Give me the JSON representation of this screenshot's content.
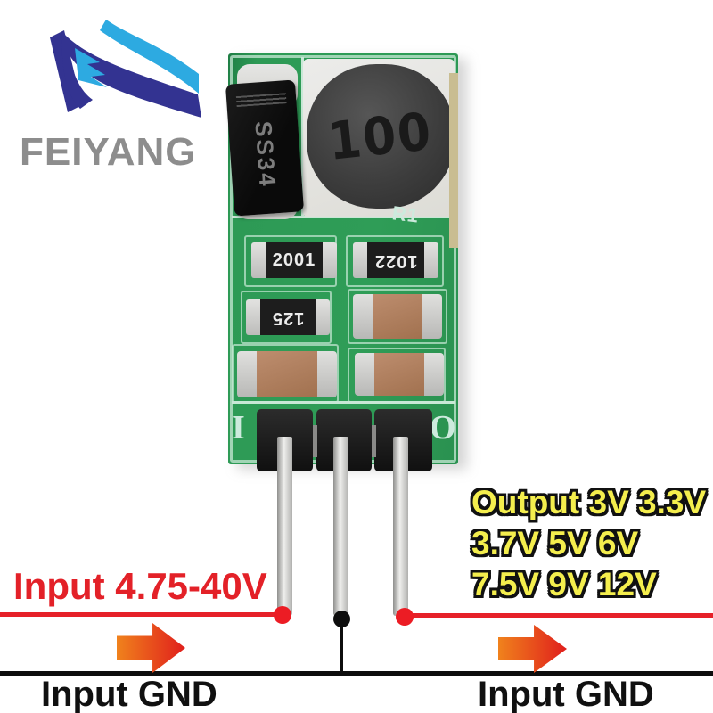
{
  "brand": {
    "name": "FEIYANG",
    "logo_dark_blue": "#333391",
    "logo_light_blue": "#2daae1",
    "text_gray": "#8d8d8d"
  },
  "pcb": {
    "diode_label": "SS34",
    "inductor_label": "100",
    "ref_designator": "R1",
    "resistors": [
      "2001",
      "1022",
      "125"
    ],
    "marking_in": "I",
    "marking_out": "O",
    "board_green": "#2f9d57",
    "silkscreen_mint": "#cdeadd"
  },
  "annotations": {
    "input_label": "Input 4.75-40V",
    "output_lines": [
      "Output 3V 3.3V",
      "3.7V 5V 6V",
      "7.5V 9V 12V"
    ],
    "gnd_left": "Input GND",
    "gnd_right": "Input GND",
    "input_red": "#e32128",
    "output_yellow": "#f4ee4d",
    "wire_black": "#0d0d0d",
    "arrow_gradient": [
      "#f0821c",
      "#e01e1c"
    ]
  }
}
